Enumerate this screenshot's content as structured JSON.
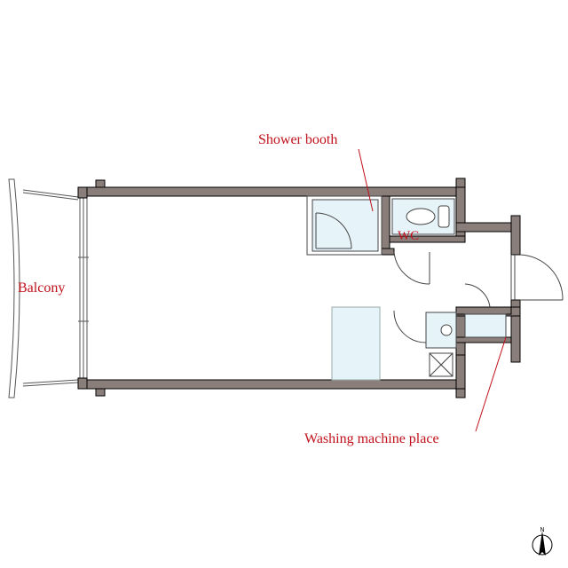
{
  "labels": {
    "shower_booth": "Shower booth",
    "wc": "WC",
    "balcony": "Balcony",
    "washing_machine_place": "Washing machine place",
    "north": "N"
  },
  "colors": {
    "wall": "#8a7e7a",
    "wall_outline": "#000000",
    "fixture_fill": "#e6f4fa",
    "label": "#c0101a"
  },
  "icons": [
    "north-arrow-icon",
    "toilet-icon",
    "sink-icon",
    "drain-icon"
  ]
}
